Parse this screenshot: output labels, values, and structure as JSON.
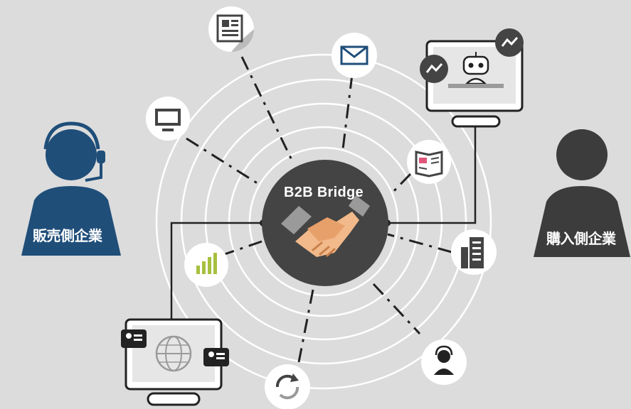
{
  "hub": {
    "title": "B2B Bridge"
  },
  "actors": {
    "seller": {
      "label": "販売側企業",
      "color": "#1f4e79"
    },
    "buyer": {
      "label": "購入側企業",
      "color": "#3c3c3c"
    }
  },
  "colors": {
    "background": "#dcdcdc",
    "hub_fill": "#444444",
    "ring": "#ffffff",
    "connector": "#222222",
    "accent_pink": "#e0567a",
    "handshake": "#f2b98a"
  },
  "icons": [
    "newspaper-icon",
    "email-icon",
    "monitor-icon",
    "news-brochure-icon",
    "bar-chart-icon",
    "office-building-icon",
    "refresh-cycle-icon",
    "support-operator-icon",
    "chatbot-monitor-icon",
    "global-chat-monitor-icon"
  ]
}
